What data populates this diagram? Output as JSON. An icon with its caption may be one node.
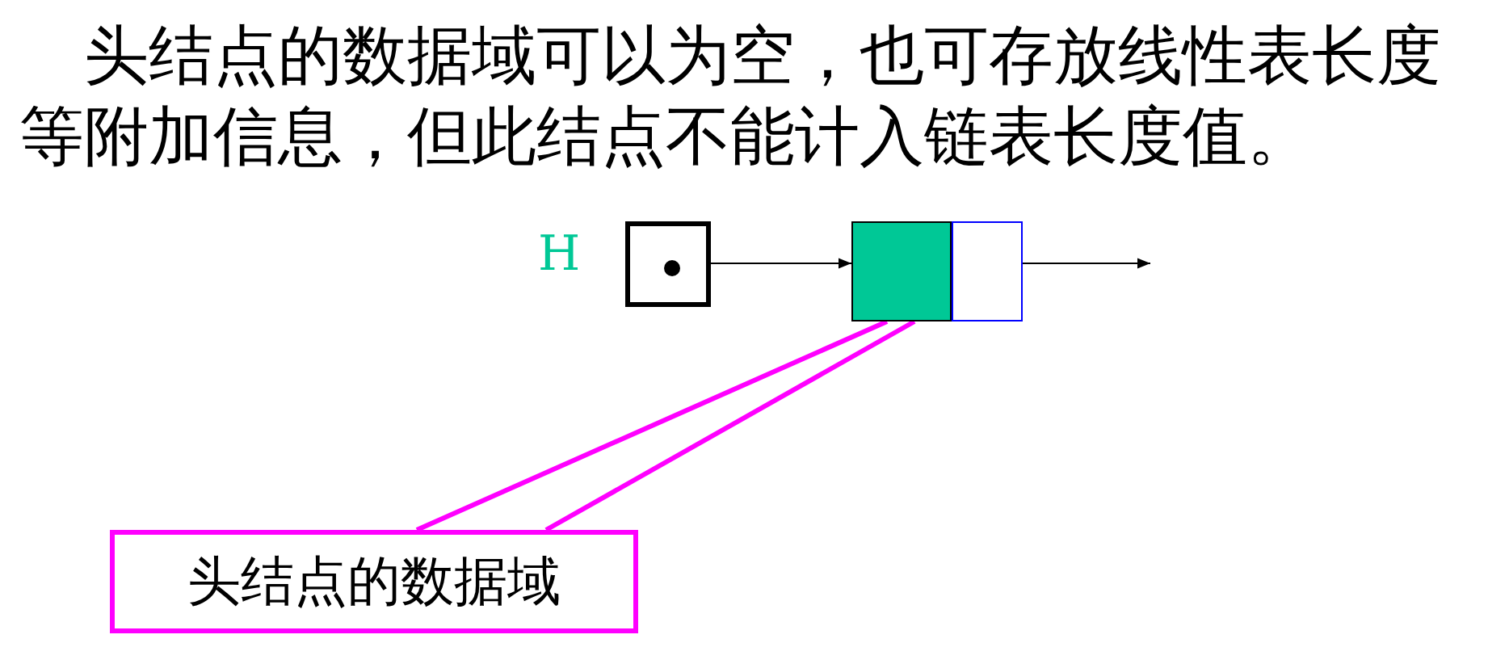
{
  "diagram": {
    "title": "头结点的数据域可以为空，也可存放线性表长度等附加信息，但此结点不能计入链表长度值。",
    "nodes": [
      {
        "text": [],
        "shape": "box",
        "beside": [
          "H"
        ]
      },
      {
        "text": [],
        "shape": "box"
      },
      {
        "text": [],
        "shape": "box"
      },
      {
        "text": [
          "头结点的数据域"
        ]
      }
    ],
    "edges": [
      {
        "from": 0,
        "to": 1,
        "arrow": "to"
      },
      {
        "from": 2,
        "to": null,
        "arrow": "to"
      },
      {
        "from": 3,
        "to": 1,
        "arrow": "none",
        "style": "thick",
        "color": "#ff00ff"
      }
    ]
  }
}
